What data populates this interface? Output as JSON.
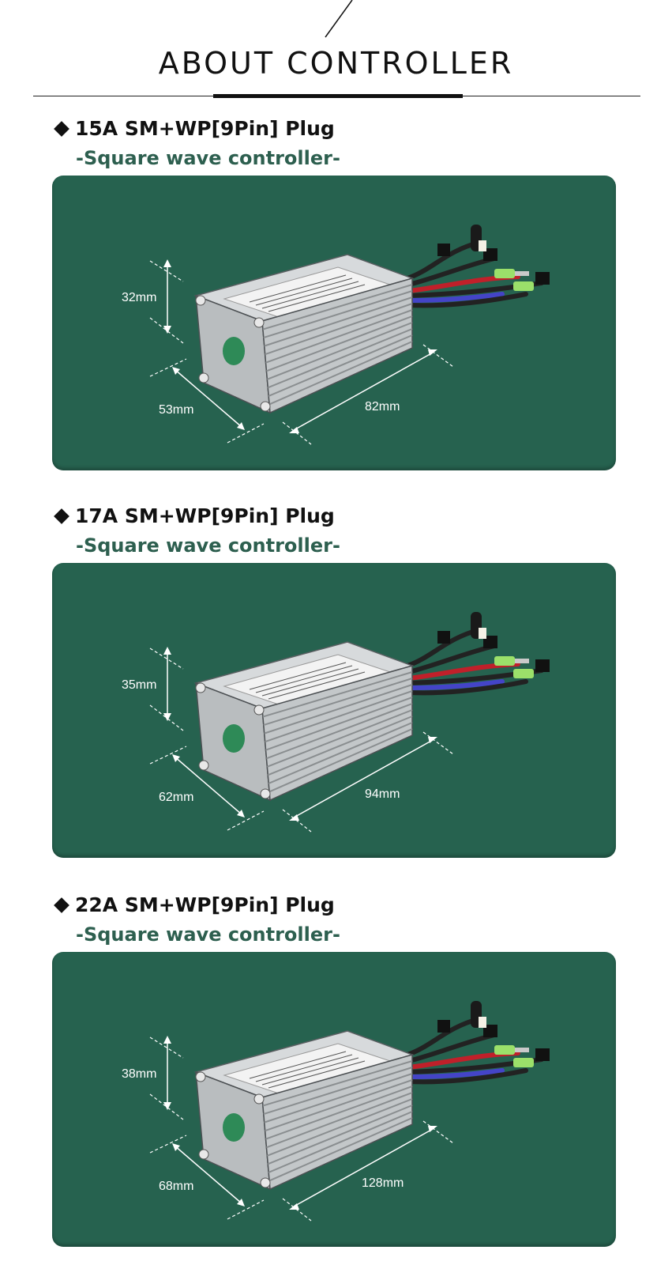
{
  "header": {
    "title": "ABOUT CONTROLLER"
  },
  "controllers": [
    {
      "heading": "15A SM+WP[9Pin] Plug",
      "subheading": "-Square wave controller-",
      "height": "32mm",
      "width": "53mm",
      "length": "82mm"
    },
    {
      "heading": "17A SM+WP[9Pin] Plug",
      "subheading": "-Square wave controller-",
      "height": "35mm",
      "width": "62mm",
      "length": "94mm"
    },
    {
      "heading": "22A SM+WP[9Pin] Plug",
      "subheading": "-Square wave controller-",
      "height": "38mm",
      "width": "68mm",
      "length": "128mm"
    }
  ],
  "icons": [
    "diamond-bullet-icon",
    "controller-box-image"
  ],
  "colors": {
    "panel": "#26624f",
    "subheading": "#2d5f4f",
    "text": "#111111"
  }
}
